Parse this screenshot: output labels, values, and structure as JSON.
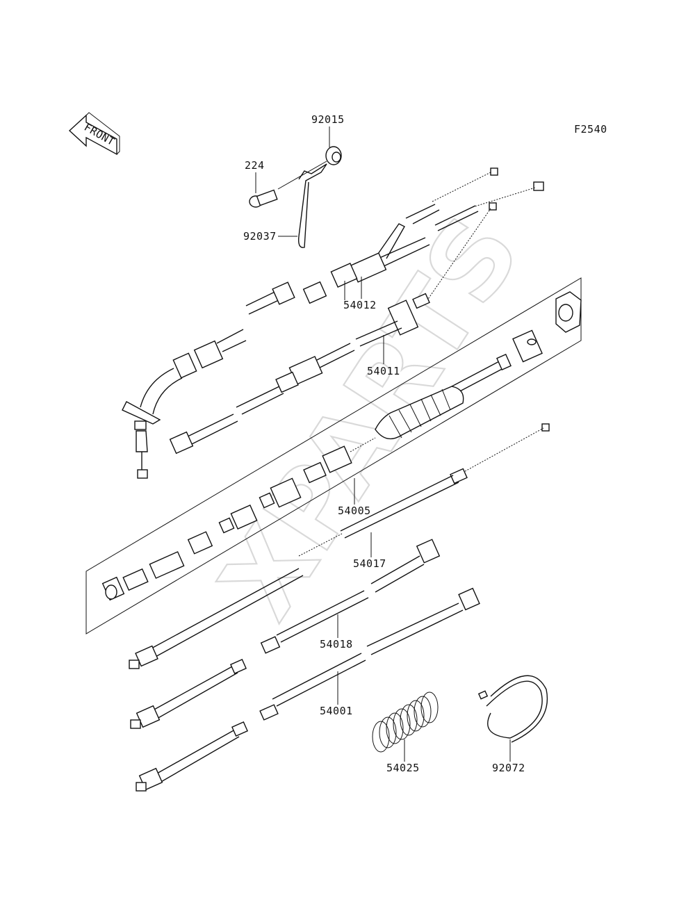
{
  "figure_code": "F2540",
  "front_label": "FRONT",
  "watermark": "XPARTS",
  "callouts": [
    {
      "id": "92015",
      "text": "92015"
    },
    {
      "id": "224",
      "text": "224"
    },
    {
      "id": "92037",
      "text": "92037"
    },
    {
      "id": "54012",
      "text": "54012"
    },
    {
      "id": "54011",
      "text": "54011"
    },
    {
      "id": "54005",
      "text": "54005"
    },
    {
      "id": "54017",
      "text": "54017"
    },
    {
      "id": "54018",
      "text": "54018"
    },
    {
      "id": "54001",
      "text": "54001"
    },
    {
      "id": "54025",
      "text": "54025"
    },
    {
      "id": "92072",
      "text": "92072"
    }
  ]
}
